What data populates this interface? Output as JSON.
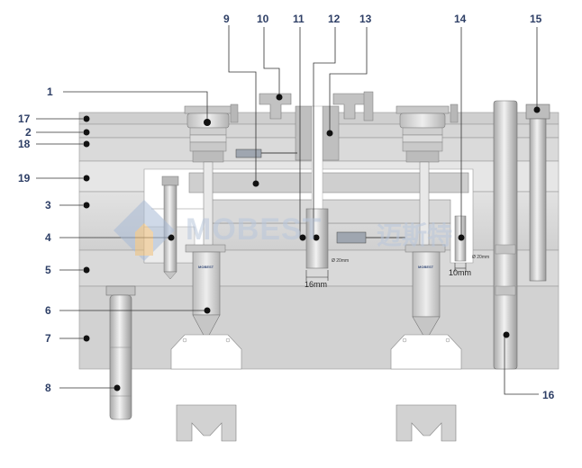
{
  "callouts": {
    "c1": "1",
    "c2": "2",
    "c3": "3",
    "c4": "4",
    "c5": "5",
    "c6": "6",
    "c7": "7",
    "c8": "8",
    "c9": "9",
    "c10": "10",
    "c11": "11",
    "c12": "12",
    "c13": "13",
    "c14": "14",
    "c15": "15",
    "c16": "16",
    "c17": "17",
    "c18": "18",
    "c19": "19"
  },
  "dimensions": {
    "left_width": "16mm",
    "right_width": "10mm",
    "left_small": "Ø 20mm",
    "right_small": "Ø 20mm"
  },
  "watermark": {
    "brand": "MOBEST",
    "cn": "迈斯特",
    "badge": "MOBEST"
  },
  "colors": {
    "plate_light": "#e4e4e4",
    "plate_mid": "#d3d3d3",
    "plate_dark": "#c4c4c4",
    "line": "#333333",
    "callout": "#2e3f66"
  }
}
